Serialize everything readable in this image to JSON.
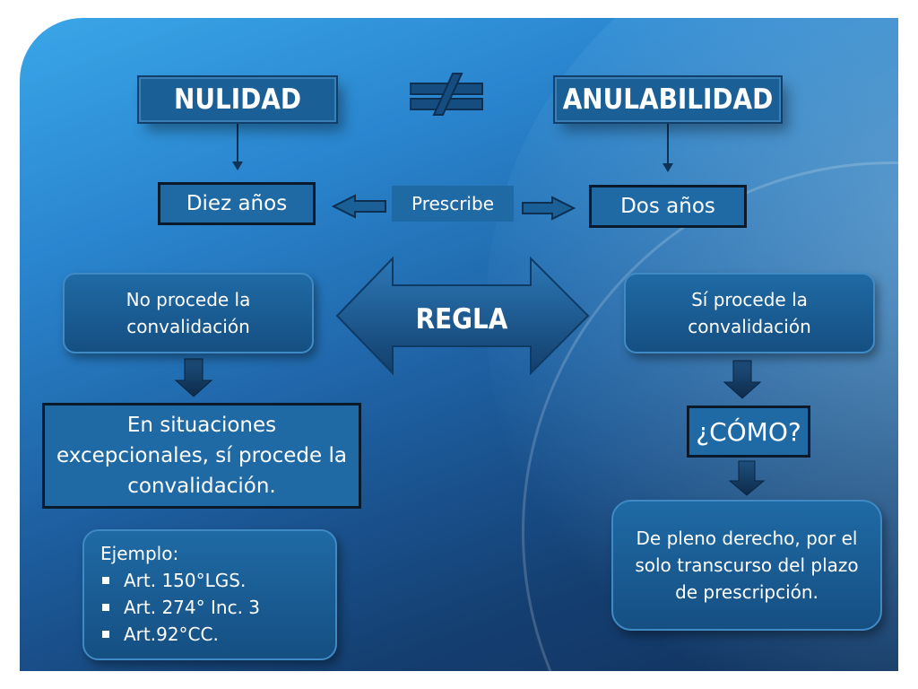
{
  "nulidad": "NULIDAD",
  "anulabilidad": "ANULABILIDAD",
  "prescribe": "Prescribe",
  "diez_anos": "Diez años",
  "dos_anos": "Dos años",
  "regla": "REGLA",
  "no_procede": "No procede la convalidación",
  "si_procede": "Sí procede la convalidación",
  "excepcional": "En situaciones excepcionales, sí procede la convalidación.",
  "como": "¿CÓMO?",
  "de_pleno": "De pleno derecho, por el solo transcurso del plazo de prescripción.",
  "ejemplo": {
    "title": "Ejemplo:",
    "items": [
      "Art. 150°LGS.",
      "Art. 274° Inc. 3",
      "Art.92°CC."
    ]
  },
  "colors": {
    "box_fill": "#1f6aa5",
    "title_fill": "#1b5f97",
    "outline": "#0b1a2a",
    "text": "#ffffff"
  }
}
